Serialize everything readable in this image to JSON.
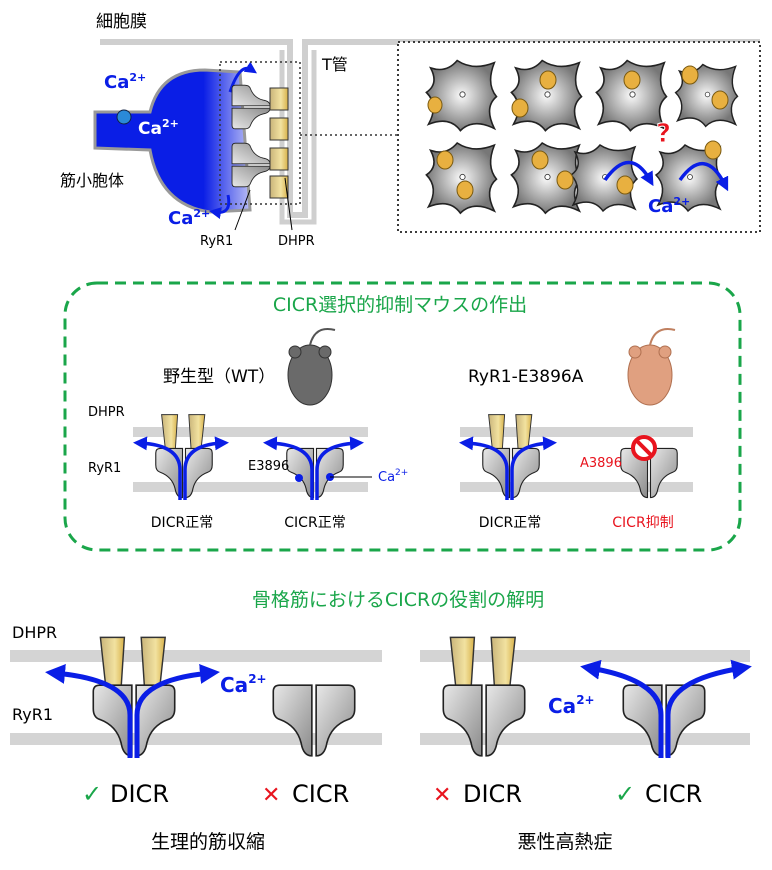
{
  "top": {
    "cell_membrane": "細胞膜",
    "t_tubule": "T管",
    "sr": "筋小胞体",
    "ryr1": "RyR1",
    "dhpr": "DHPR",
    "ca": "Ca",
    "ca_charge": "2+",
    "question": "?"
  },
  "middle": {
    "title": "CICR選択的抑制マウスの作出",
    "wt_label": "野生型（WT）",
    "mutant_label": "RyR1-E3896A",
    "dhpr": "DHPR",
    "ryr1": "RyR1",
    "e3896": "E3896",
    "a3896": "A3896",
    "ca": "Ca",
    "ca_charge": "2+",
    "captions": [
      "DICR正常",
      "CICR正常",
      "DICR正常",
      "CICR抑制"
    ]
  },
  "bottom": {
    "title": "骨格筋におけるCICRの役割の解明",
    "dhpr": "DHPR",
    "ryr1": "RyR1",
    "ca": "Ca",
    "ca_charge": "2+",
    "check": "✓",
    "cross": "✕",
    "dicr": "DICR",
    "cicr": "CICR",
    "left_caption": "生理的筋収縮",
    "right_caption": "悪性高熱症"
  },
  "colors": {
    "green": "#1aa64a",
    "blue": "#0a1ee6",
    "red": "#e8141e",
    "gray": "#d4d4d4"
  }
}
